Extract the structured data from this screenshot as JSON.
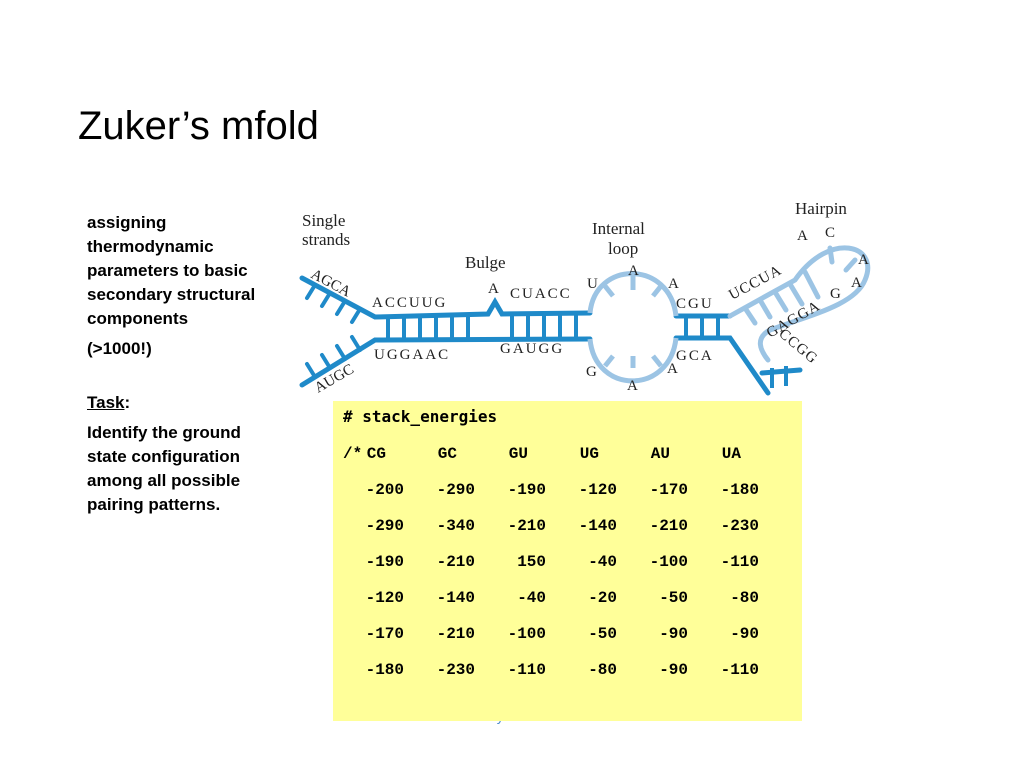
{
  "title": "Zuker’s mfold",
  "description": {
    "intro": "assigning thermodynamic parameters to basic secondary structural components",
    "count": "(>1000!)",
    "task_label": "Task",
    "task_colon": ":",
    "task_text": "Identify the ground state configuration among all possible pairing patterns."
  },
  "footer": "KIAS July 2008",
  "diagram": {
    "labels": {
      "single_strands": [
        "Single",
        "strands"
      ],
      "bulge": "Bulge",
      "internal_loop": [
        "Internal",
        "loop"
      ],
      "hairpin": "Hairpin"
    },
    "top_strand": {
      "left_single": "AGCA",
      "stem1": "ACCUUG",
      "bulge_base": "A",
      "stem2": "CUACC",
      "loop_top": [
        "U",
        "A",
        "A"
      ],
      "stem3": "CGU",
      "stem4": "UCCUA",
      "hairpin_loop": [
        "A",
        "C",
        "A",
        "A",
        "G"
      ]
    },
    "bottom_strand": {
      "left_single": "AUGC",
      "stem1": "UGGAAC",
      "stem2": "GAUGG",
      "loop_bottom": [
        "G",
        "A",
        "A"
      ],
      "stem3": "GCA",
      "stem4": "GAGGA",
      "right_tail": "CCGG"
    }
  },
  "stack_energies": {
    "header_comment": "# stack_energies",
    "row_label": "/*",
    "columns": [
      "CG",
      "GC",
      "GU",
      "UG",
      "AU",
      "UA"
    ],
    "rows": [
      [
        "-200",
        "-290",
        "-190",
        "-120",
        "-170",
        "-180"
      ],
      [
        "-290",
        "-340",
        "-210",
        "-140",
        "-210",
        "-230"
      ],
      [
        "-190",
        "-210",
        "150",
        "-40",
        "-100",
        "-110"
      ],
      [
        "-120",
        "-140",
        "-40",
        "-20",
        "-50",
        "-80"
      ],
      [
        "-170",
        "-210",
        "-100",
        "-50",
        "-90",
        "-90"
      ],
      [
        "-180",
        "-230",
        "-110",
        "-80",
        "-90",
        "-110"
      ]
    ]
  },
  "colors": {
    "strand_dark": "#1f8ac9",
    "strand_light": "#9cc4e4",
    "code_bg": "#ffff99",
    "footer": "#4a88c8"
  }
}
